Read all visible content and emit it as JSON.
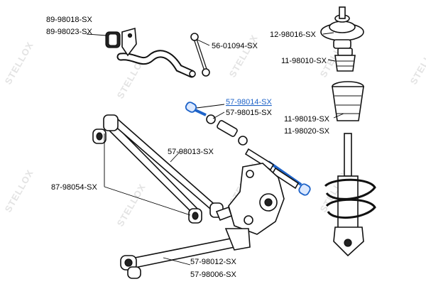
{
  "watermark": "STELLOX",
  "colors": {
    "highlight": "#1e63c8",
    "line": "#000000",
    "watermark": "#e3e3e3"
  },
  "labels": {
    "p1": "89-98018-SX",
    "p2": "89-98023-SX",
    "p3": "56-01094-SX",
    "p4": "12-98016-SX",
    "p5": "11-98010-SX",
    "p6": "57-98014-SX",
    "p7": "57-98015-SX",
    "p8": "11-98019-SX",
    "p9": "11-98020-SX",
    "p10": "57-98013-SX",
    "p11": "87-98054-SX",
    "p12": "57-98012-SX",
    "p13": "57-98006-SX"
  }
}
